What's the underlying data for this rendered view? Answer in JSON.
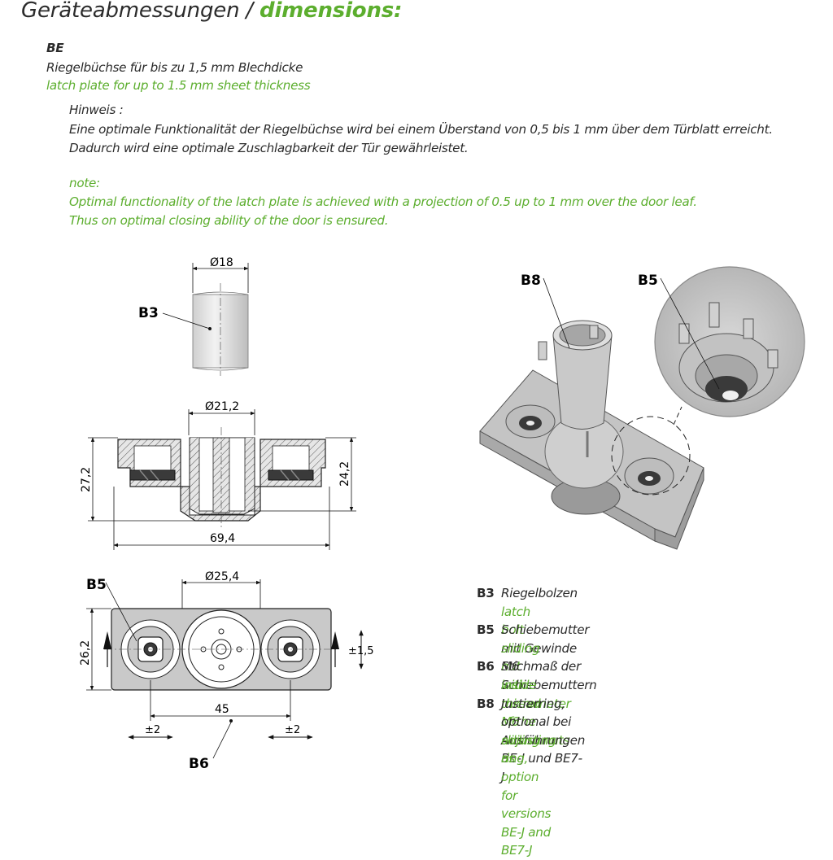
{
  "header": {
    "title_de": "Geräteabmessungen",
    "title_sep": " / ",
    "title_en": "dimensions:"
  },
  "product": {
    "code": "BE",
    "desc_de": "Riegelbüchse für bis zu 1,5 mm Blechdicke",
    "desc_en": "latch plate for up to 1.5 mm sheet thickness"
  },
  "note": {
    "label_de": "Hinweis :",
    "line1_de": "Eine optimale Funktionalität der Riegelbüchse wird bei einem Überstand von 0,5 bis 1 mm über dem Türblatt erreicht.",
    "line2_de": "Dadurch wird eine optimale Zuschlagbarkeit der Tür gewährleistet.",
    "label_en": "note:",
    "line1_en": "Optimal functionality of the latch plate is achieved with a projection of 0.5 up to 1 mm over the door leaf.",
    "line2_en": "Thus on optimal closing ability of the door is ensured."
  },
  "drawing": {
    "dim_d18": "Ø18",
    "dim_d21": "Ø21,2",
    "dim_272": "27,2",
    "dim_242": "24,2",
    "dim_694": "69,4",
    "dim_d254": "Ø25,4",
    "dim_262": "26,2",
    "dim_15": "±1,5",
    "dim_45": "45",
    "dim_pm2_left": "±2",
    "dim_pm2_right": "±2",
    "label_b3": "B3",
    "label_b5_left": "B5",
    "label_b6": "B6",
    "label_b8": "B8",
    "label_b5_right": "B5"
  },
  "legend": [
    {
      "code": "B3",
      "de": "Riegelbolzen",
      "en": "latch bolt"
    },
    {
      "code": "B5",
      "de": "Schiebemutter mit Gewinde M6",
      "en": "sliding nut with thread M6"
    },
    {
      "code": "B6",
      "de": "Stichmaß der Schiebemuttern",
      "en": "inside micrometer of the sliding nuts"
    },
    {
      "code": "B8",
      "de": "Justierring,",
      "de2": "optional bei Ausführungen BE-J und BE7-J",
      "en": "adjusting ring,",
      "en2": "as option for versions BE-J and BE7-J"
    }
  ],
  "colors": {
    "accent_green": "#5cae2e",
    "text": "#2b2b2b",
    "part_fill": "#c9c9c9",
    "nut_fill": "#3a3a3a"
  }
}
